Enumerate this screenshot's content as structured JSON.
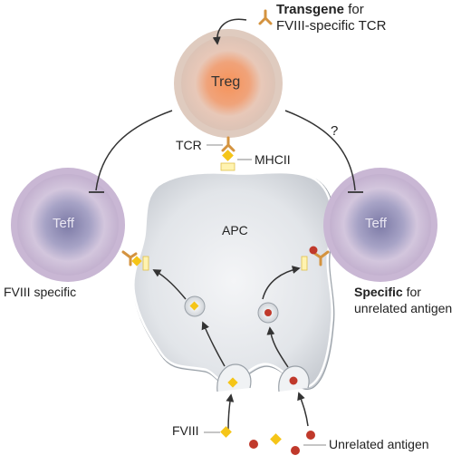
{
  "title_line1_bold": "Transgene",
  "title_line1_rest": " for",
  "title_line2": "FVIII-specific TCR",
  "treg_label": "Treg",
  "teff_left_label": "Teff",
  "teff_right_label": "Teff",
  "apc_label": "APC",
  "tcr_label": "TCR",
  "mhcii_label": "MHCII",
  "question_mark": "?",
  "fviii_specific_label": "FVIII specific",
  "specific_bold": "Specific",
  "specific_rest": " for",
  "specific_line2": "unrelated antigen",
  "fviii_label": "FVIII",
  "unrelated_antigen_label": "Unrelated antigen",
  "colors": {
    "treg_core": "#f08a4e",
    "treg_halo": "#e7cfc3",
    "teff_core": "#7f7ea8",
    "teff_halo": "#cfc0d8",
    "fviii_antigen": "#f5c518",
    "unrelated_antigen": "#c0392b",
    "tcr": "#d4933f"
  }
}
